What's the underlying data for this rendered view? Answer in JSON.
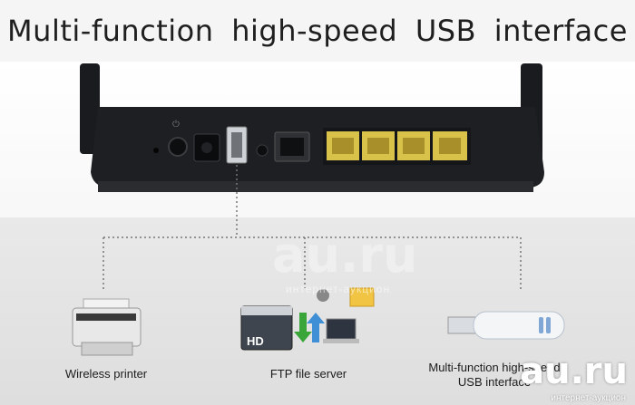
{
  "headline": "Multi-function high-speed USB interface",
  "captions": {
    "printer": "Wireless printer",
    "ftp": "FTP file server",
    "usb_line1": "Multi-function high-speed",
    "usb_line2": "USB interface"
  },
  "device_labels": {
    "hd": "HD"
  },
  "watermark": {
    "text": "au.ru",
    "subtext": "интернет-аукцион"
  },
  "corner_logo": {
    "text": "au.ru",
    "subtext": "интернет-аукцион"
  },
  "colors": {
    "router_body": "#1d1f22",
    "ethernet_port": "#d8c24a",
    "connector_line": "#777777"
  }
}
